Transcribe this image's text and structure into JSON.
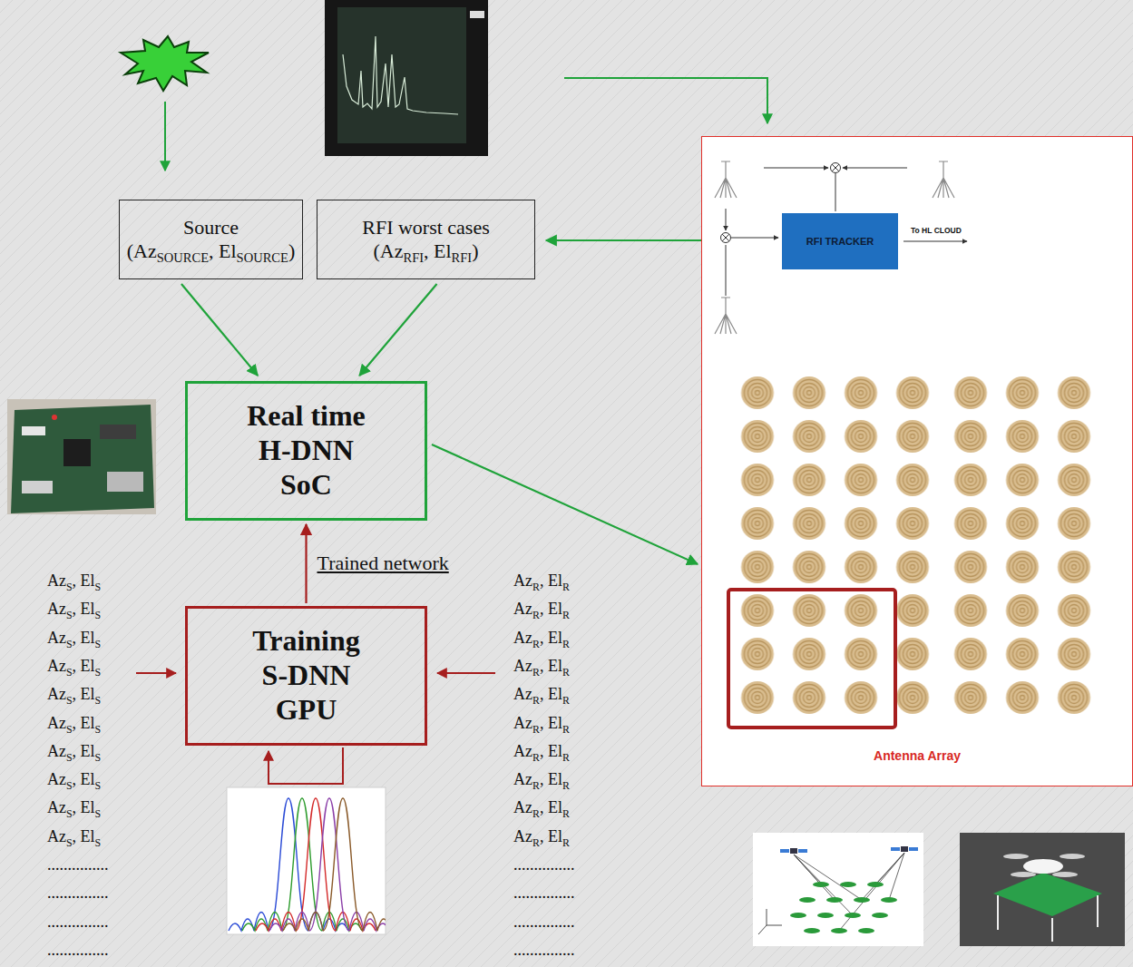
{
  "diagram": {
    "nodes": [
      {
        "text": [
          "Source",
          "(AzSOURCE, ElSOURCE)"
        ]
      },
      {
        "text": [
          "RFI worst cases",
          "(AzRFI, ElRFI)"
        ]
      },
      {
        "text": [
          "Real time H-DNN SoC"
        ]
      },
      {
        "text": [
          "Training S-DNN GPU"
        ]
      },
      {
        "text": [
          "Antenna Array"
        ]
      },
      {
        "text": [
          "RFI TRACKER"
        ],
        "in": 4
      }
    ],
    "edges": [
      {
        "from": 4,
        "to": 1,
        "arrow": "to"
      },
      {
        "from": 0,
        "to": 2,
        "arrow": "to"
      },
      {
        "from": 1,
        "to": 2,
        "arrow": "to"
      },
      {
        "from": 2,
        "to": 4,
        "arrow": "to"
      },
      {
        "from": 3,
        "to": 2,
        "arrow": "to",
        "label": "Trained network"
      }
    ],
    "labels": [
      "AzS, ElS",
      "AzS, ElS",
      "AzS, ElS",
      "AzS, ElS",
      "AzS, ElS",
      "AzS, ElS",
      "AzS, ElS",
      "AzS, ElS",
      "AzS, ElS",
      "AzS, ElS",
      "...............",
      "...............",
      "...............",
      "...............",
      "AzR, ElR",
      "AzR, ElR",
      "AzR, ElR",
      "AzR, ElR",
      "AzR, ElR",
      "AzR, ElR",
      "AzR, ElR",
      "AzR, ElR",
      "AzR, ElR",
      "AzR, ElR",
      "...............",
      "...............",
      "...............",
      "...............",
      "To HL CLOUD"
    ]
  }
}
